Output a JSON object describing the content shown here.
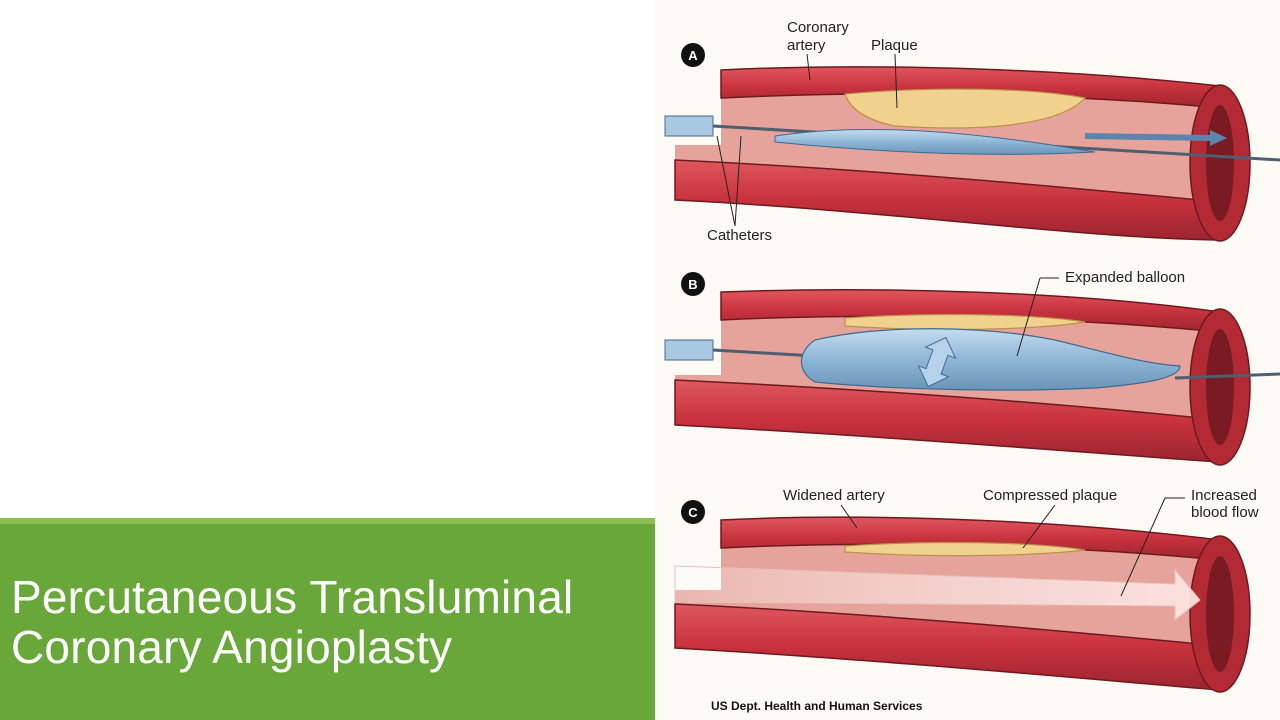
{
  "slide": {
    "title_line1": "Percutaneous Transluminal",
    "title_line2": "Coronary Angioplasty",
    "band_color": "#6aa73a"
  },
  "figure": {
    "panels": [
      {
        "step": "A",
        "labels": {
          "artery": [
            "Coronary",
            "artery"
          ],
          "plaque": "Plaque",
          "catheters": "Catheters"
        }
      },
      {
        "step": "B",
        "labels": {
          "balloon": "Expanded balloon"
        }
      },
      {
        "step": "C",
        "labels": {
          "widened": "Widened artery",
          "compressed": "Compressed plaque",
          "flow": [
            "Increased",
            "blood flow"
          ]
        }
      }
    ],
    "credit": "US Dept. Health and Human Services",
    "colors": {
      "artery": "#c8323d",
      "artery_dark": "#8e1f28",
      "lumen": "#e6a39b",
      "plaque": "#f0d28e",
      "balloon": "#8fb6d6"
    }
  }
}
